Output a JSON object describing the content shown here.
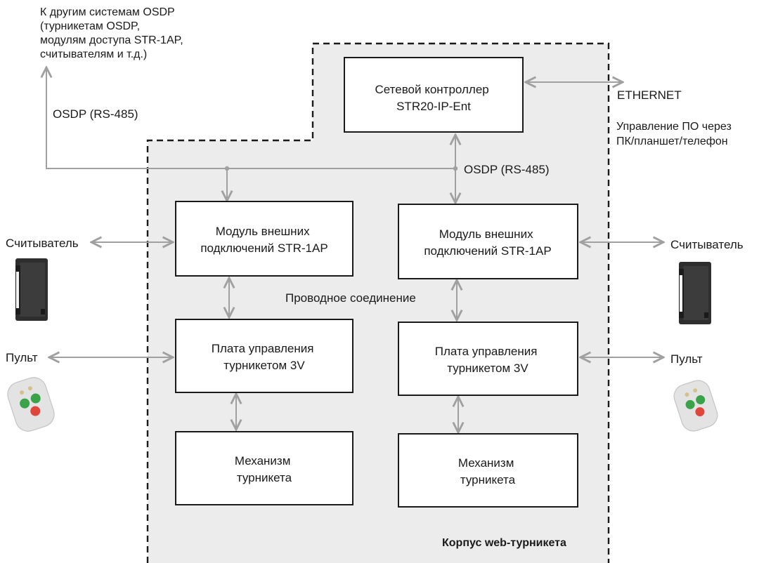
{
  "osdp_note": {
    "lines": [
      "К другим системам OSDP",
      "(турникетам OSDP,",
      "модулям доступа STR-1AP,",
      "считывателям и т.д.)"
    ]
  },
  "labels": {
    "osdp_left": "OSDP (RS-485)",
    "osdp_center": "OSDP (RS-485)",
    "ethernet": "ETHERNET",
    "control_line1": "Управление ПО через",
    "control_line2": "ПК/планшет/телефон",
    "wired": "Проводное соединение",
    "reader_left": "Считыватель",
    "reader_right": "Считыватель",
    "remote_left": "Пульт",
    "remote_right": "Пульт",
    "housing": "Корпус web-турникета"
  },
  "boxes": {
    "controller": {
      "line1": "Сетевой контроллер",
      "line2": "STR20-IP-Ent"
    },
    "module_left": {
      "line1": "Модуль внешних",
      "line2": "подключений STR-1AP"
    },
    "module_right": {
      "line1": "Модуль внешних",
      "line2": "подключений STR-1AP"
    },
    "board_left": {
      "line1": "Плата управления",
      "line2": "турникетом 3V"
    },
    "board_right": {
      "line1": "Плата управления",
      "line2": "турникетом 3V"
    },
    "mech_left": {
      "line1": "Механизм",
      "line2": "турникета"
    },
    "mech_right": {
      "line1": "Механизм",
      "line2": "турникета"
    }
  },
  "colors": {
    "housing_fill": "#ececec",
    "connector": "#a0a0a0",
    "box_border": "#1a1a1a"
  }
}
